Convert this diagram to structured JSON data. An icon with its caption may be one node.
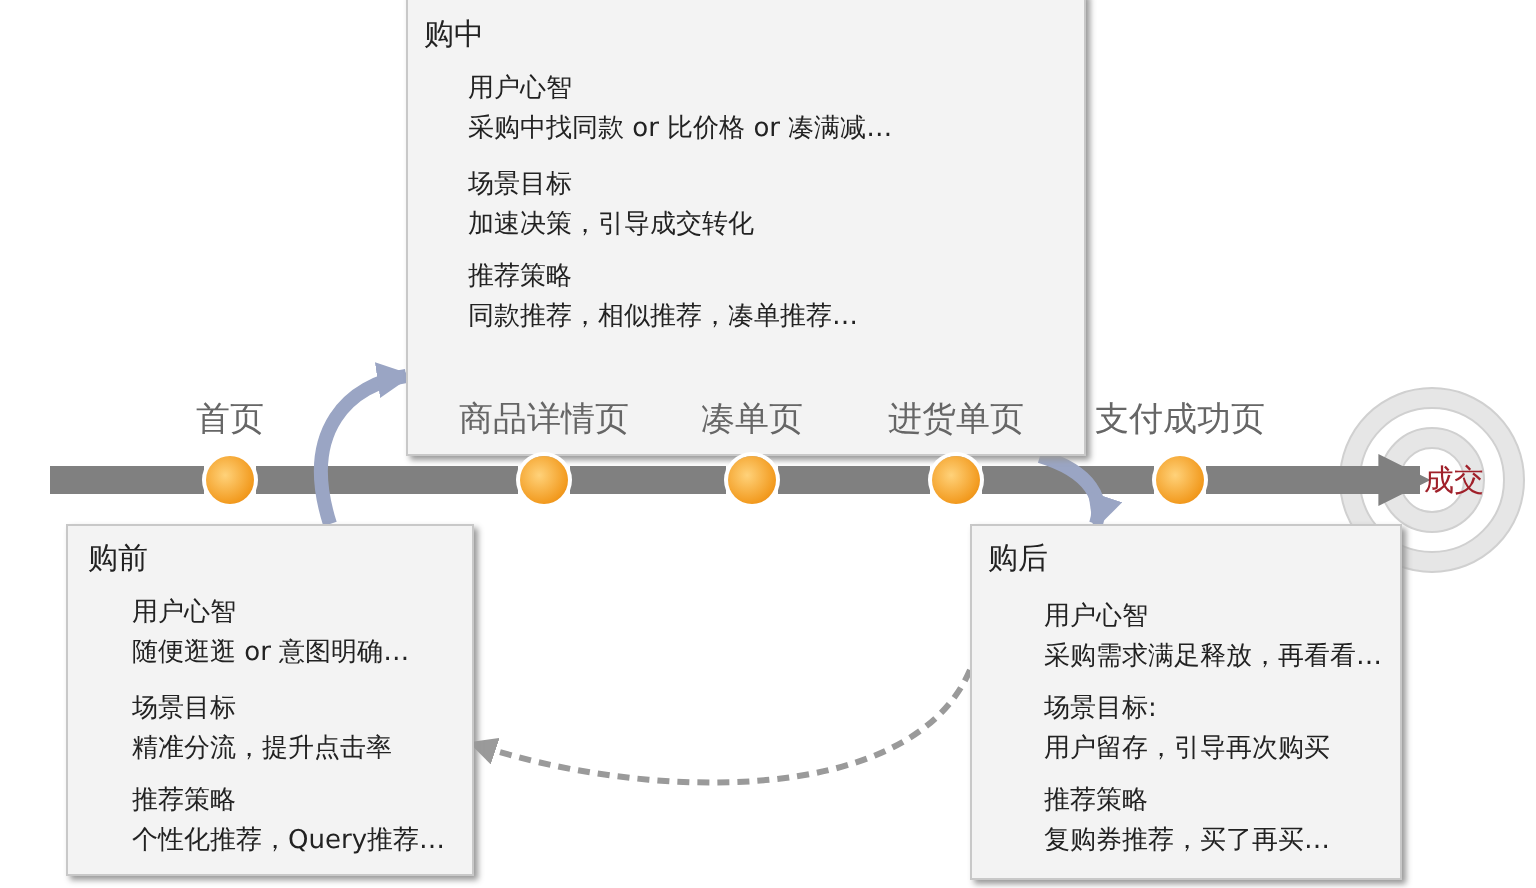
{
  "diagram": {
    "nodes": [
      {
        "text": [
          "购前",
          "用户心智",
          "随便逛逛 or 意图明确…",
          "场景目标",
          "精准分流，提升点击率",
          "推荐策略",
          "个性化推荐，Query推荐…"
        ]
      },
      {
        "text": [
          "购中",
          "用户心智",
          "采购中找同款 or 比价格 or 凑满减…",
          "场景目标",
          "加速决策，引导成交转化",
          "推荐策略",
          "同款推荐，相似推荐，凑单推荐…"
        ]
      },
      {
        "text": [
          "购后",
          "用户心智",
          "采购需求满足释放，再看看…",
          "场景目标:",
          "用户留存，引导再次购买",
          "推荐策略",
          "复购券推荐，买了再买…"
        ]
      },
      {
        "text": [
          "首页"
        ]
      },
      {
        "text": [
          "商品详情页"
        ]
      },
      {
        "text": [
          "凑单页"
        ]
      },
      {
        "text": [
          "进货单页"
        ]
      },
      {
        "text": [
          "支付成功页"
        ]
      },
      {
        "text": [
          "成交"
        ]
      }
    ],
    "edges": [
      {
        "from": null,
        "to": 3,
        "arrow": "none"
      },
      {
        "from": 3,
        "to": 4,
        "arrow": "none"
      },
      {
        "from": 4,
        "to": 5,
        "arrow": "none"
      },
      {
        "from": 5,
        "to": 6,
        "arrow": "none"
      },
      {
        "from": 6,
        "to": 7,
        "arrow": "none"
      },
      {
        "from": 7,
        "to": 8,
        "arrow": "to"
      },
      {
        "from": 0,
        "to": 1,
        "arrow": "to",
        "color": "#9aa5c4"
      },
      {
        "from": 1,
        "to": 2,
        "arrow": "to",
        "color": "#9aa5c4"
      },
      {
        "from": 2,
        "to": 0,
        "arrow": "to",
        "style": "dashed",
        "color": "#9a9a9a"
      }
    ]
  }
}
